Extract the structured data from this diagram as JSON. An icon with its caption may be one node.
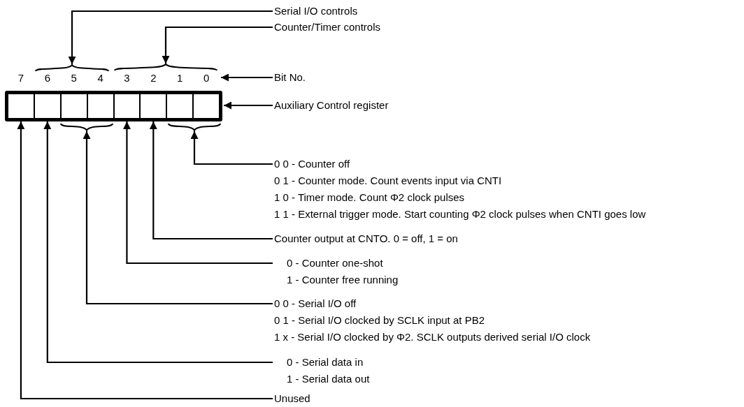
{
  "diagram": {
    "nodes": [
      {
        "text": [
          "Serial I/O controls"
        ]
      },
      {
        "text": [
          "Counter/Timer controls"
        ]
      },
      {
        "text": [
          "Bit No."
        ]
      },
      {
        "text": [
          "Auxiliary Control register"
        ]
      },
      {
        "text": [],
        "shape": "box"
      },
      {
        "text": [],
        "shape": "box",
        "in": 4
      },
      {
        "text": [],
        "shape": "box",
        "in": 4
      },
      {
        "text": [],
        "shape": "box",
        "in": 4
      },
      {
        "text": [],
        "shape": "box",
        "in": 4
      },
      {
        "text": [],
        "shape": "box",
        "in": 4
      },
      {
        "text": [],
        "shape": "box",
        "in": 4
      },
      {
        "text": [],
        "shape": "box",
        "in": 4
      },
      {
        "text": [],
        "shape": "box",
        "in": 4
      },
      {
        "text": [],
        "shape": "brace"
      },
      {
        "text": [],
        "shape": "brace"
      },
      {
        "text": [],
        "shape": "brace"
      },
      {
        "text": [],
        "shape": "brace"
      },
      {
        "text": [
          "0 0 - Counter off",
          "0 1 - Counter mode. Count events input via CNTI",
          "1 0 - Timer mode. Count Φ2 clock pulses",
          "1 1 - External trigger mode. Start counting Φ2 clock pulses when CNTI goes low"
        ]
      },
      {
        "text": [
          "Counter output at CNTO. 0 = off, 1 = on"
        ]
      },
      {
        "text": [
          "0 - Counter one-shot",
          "1 - Counter free running"
        ]
      },
      {
        "text": [
          "0 0 - Serial I/O off",
          "0 1 - Serial I/O clocked by SCLK input at PB2",
          "1 x - Serial I/O clocked by Φ2. SCLK outputs derived serial I/O clock"
        ]
      },
      {
        "text": [
          "0 - Serial data in",
          "1 - Serial data out"
        ]
      },
      {
        "text": [
          "Unused"
        ]
      },
      {
        "text": [
          "7",
          "6",
          "5",
          "4",
          "3",
          "2",
          "1",
          "0"
        ]
      }
    ],
    "edges": [
      {
        "from": 0,
        "to": 13,
        "arrow": "to"
      },
      {
        "from": 1,
        "to": 14,
        "arrow": "to"
      },
      {
        "from": 2,
        "to": 23,
        "arrow": "to"
      },
      {
        "from": 3,
        "to": 4,
        "arrow": "to"
      },
      {
        "from": 17,
        "to": 16,
        "arrow": "to"
      },
      {
        "from": 18,
        "to": 10,
        "arrow": "to"
      },
      {
        "from": 19,
        "to": 9,
        "arrow": "to"
      },
      {
        "from": 20,
        "to": 15,
        "arrow": "to"
      },
      {
        "from": 21,
        "to": 6,
        "arrow": "to"
      },
      {
        "from": 22,
        "to": 5,
        "arrow": "to"
      }
    ]
  }
}
